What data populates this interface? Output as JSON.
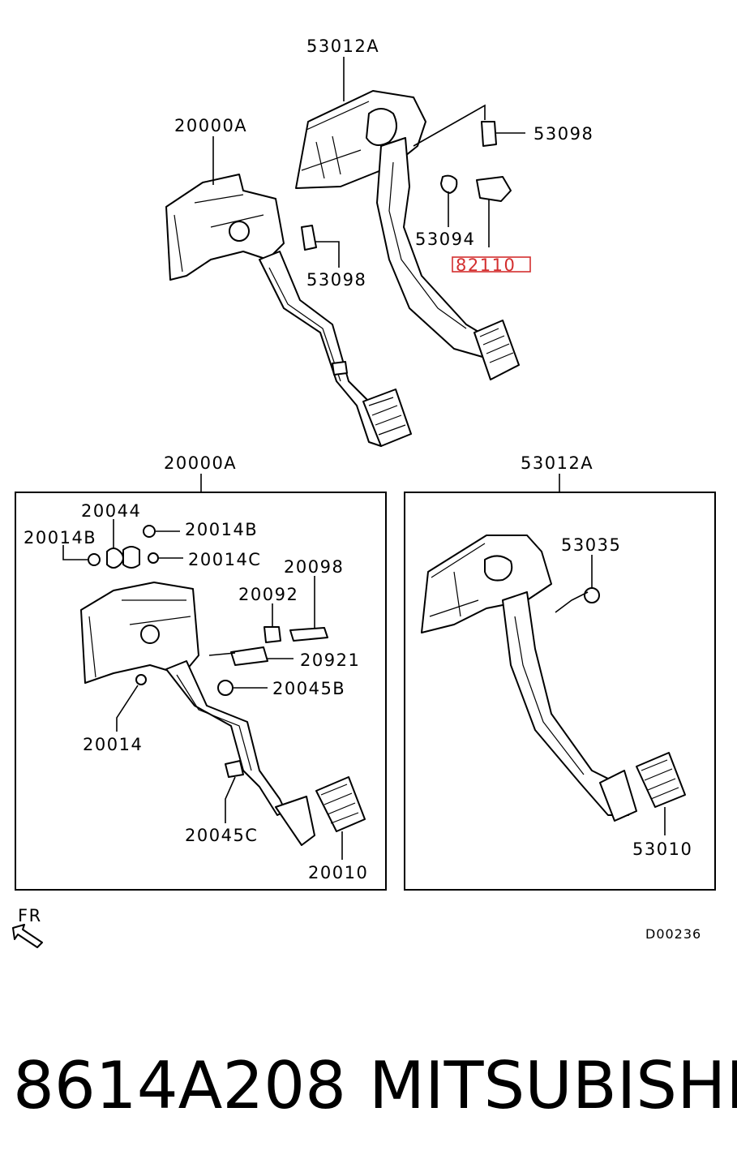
{
  "labels": {
    "top_pedal_set": "53012A",
    "top_clutch_set": "20000A",
    "top_bolt_right": "53098",
    "top_nut": "53094",
    "highlight_part": "82110",
    "top_bolt_left": "53098",
    "left_box_title": "20000A",
    "right_box_title": "53012A",
    "spring": "20044",
    "bushing_left": "20014B",
    "bushing_right": "20014B",
    "clip": "20014C",
    "bolt": "20098",
    "nut": "20092",
    "switch": "20921",
    "stopper": "20045B",
    "collar": "20014",
    "clamp": "20045C",
    "clutch_pad": "20010",
    "brake_stopper": "53035",
    "brake_pad": "53010",
    "front_marker": "FR",
    "diagram_code": "D00236"
  },
  "footer": {
    "part_number": "8614A208",
    "brand": "MITSUBISHI"
  },
  "colors": {
    "highlight": "#d32f2f",
    "ink": "#000000"
  }
}
